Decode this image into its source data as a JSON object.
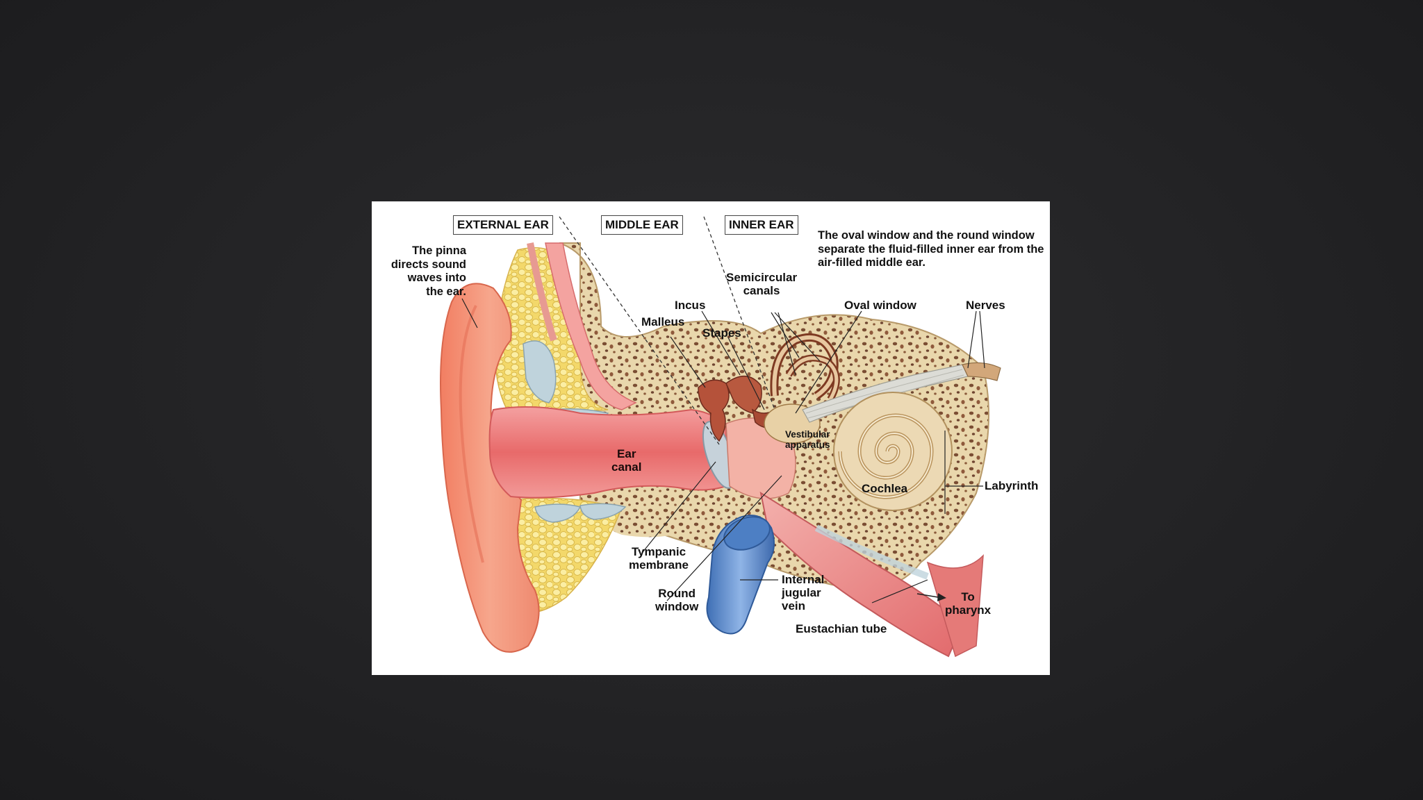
{
  "sections": {
    "external": "EXTERNAL EAR",
    "middle": "MIDDLE EAR",
    "inner": "INNER EAR"
  },
  "pinna_note": {
    "line1_pre": "The ",
    "line1_bold": "pinna",
    "line2": "directs sound",
    "line3": "waves into",
    "line4": "the ear."
  },
  "window_note": {
    "t1": "The ",
    "b1": "oval window",
    "t2": " and the ",
    "b2": "round window",
    "t3": " separate the fluid-filled inner ear from the air-filled middle ear."
  },
  "labels": {
    "semicircular_1": "Semicircular",
    "semicircular_2": "canals",
    "incus": "Incus",
    "malleus": "Malleus",
    "stapes": "Stapes",
    "oval_window": "Oval window",
    "nerves": "Nerves",
    "ear_canal_1": "Ear",
    "ear_canal_2": "canal",
    "vestibular_1": "Vestibular",
    "vestibular_2": "apparatus",
    "cochlea": "Cochlea",
    "labyrinth": "Labyrinth",
    "tympanic_1": "Tympanic",
    "tympanic_2": "membrane",
    "round_1": "Round",
    "round_2": "window",
    "jugular_1": "Internal",
    "jugular_2": "jugular",
    "jugular_3": "vein",
    "pharynx_1": "To",
    "pharynx_2": "pharynx",
    "eustachian": "Eustachian tube"
  },
  "colors": {
    "skin": "#f08a70",
    "canal": "#e86a6a",
    "fat": "#f6e27a",
    "bone": "#ead8ae",
    "bone_pores": "#8a5a3a",
    "ossicles": "#b5523a",
    "vein": "#5b8fd0",
    "membrane": "#b9ccd6"
  }
}
